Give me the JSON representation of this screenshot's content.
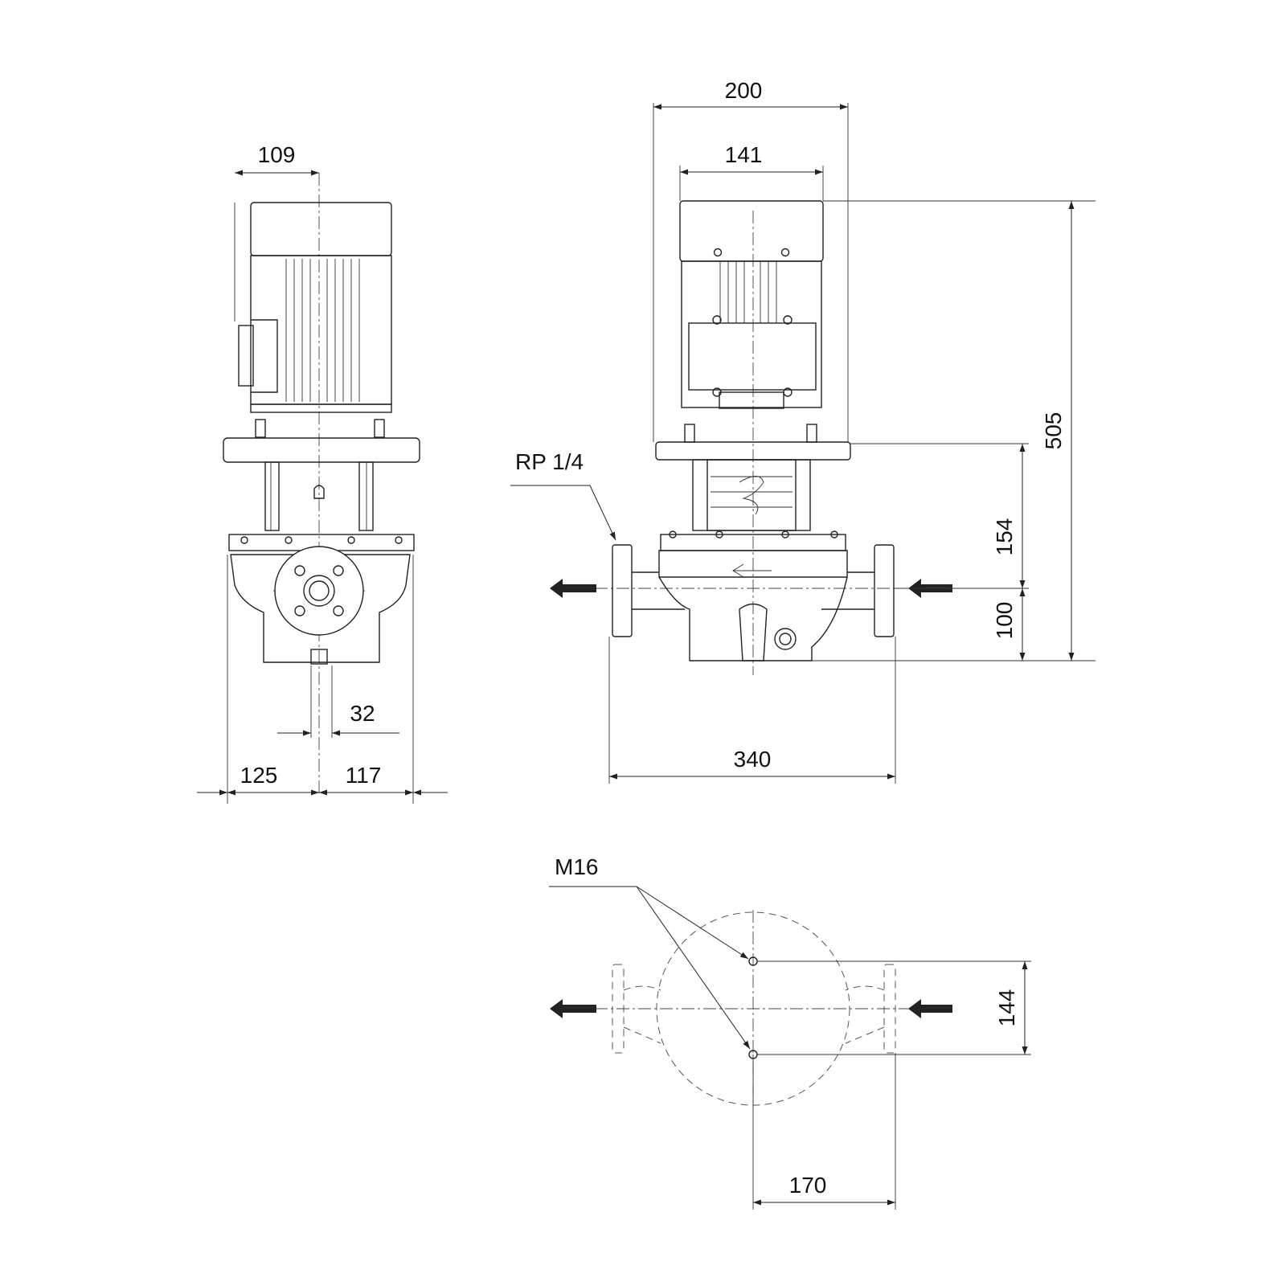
{
  "dimensions": {
    "side_motor_offset": "109",
    "side_left": "125",
    "side_right": "117",
    "side_port": "32",
    "front_overall_width": "200",
    "front_motor_width": "141",
    "front_overall_height": "505",
    "front_upper_height": "154",
    "front_lower_height": "100",
    "front_port_to_port": "340",
    "plan_bolt_spacing": "144",
    "plan_offset": "170"
  },
  "labels": {
    "vent_thread": "RP 1/4",
    "bolt_thread": "M16"
  },
  "colors": {
    "line": "#222222",
    "background": "#ffffff"
  }
}
